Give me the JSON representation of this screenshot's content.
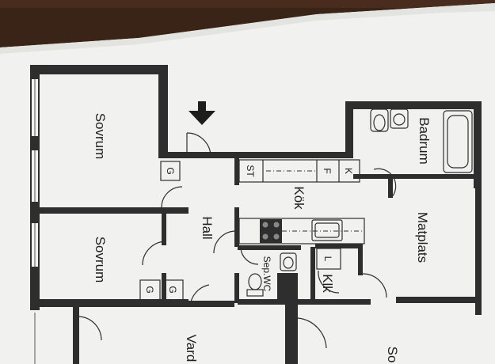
{
  "plan": {
    "rooms": {
      "bedroom_top": "Sovrum",
      "bedroom_bottom": "Sovrum",
      "hall": "Hall",
      "kitchen": "Kök",
      "bathroom": "Badrum",
      "dining": "Matplats",
      "wc": "Sep.WC",
      "klk": "Klk",
      "living_partial": "Vard",
      "bottom_right_partial": "So"
    },
    "fixtures": {
      "g1": "G",
      "g2": "G",
      "g3": "G",
      "st": "ST",
      "f": "F",
      "k": "K",
      "l": "L"
    }
  },
  "colors": {
    "background": "#3a2418",
    "paper": "#f1f1ef",
    "wall": "#2e2e2e"
  }
}
